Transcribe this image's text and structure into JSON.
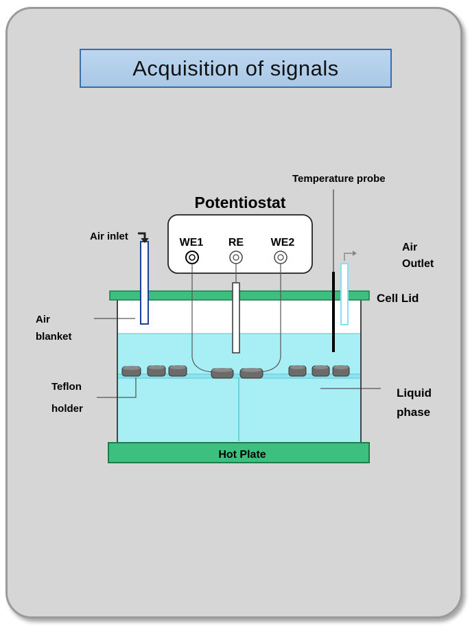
{
  "title": "Acquisition of signals",
  "labels": {
    "temperature_probe": "Temperature probe",
    "potentiostat": "Potentiostat",
    "air_inlet": "Air inlet",
    "air_outlet_line1": "Air",
    "air_outlet_line2": "Outlet",
    "we1": "WE1",
    "re": "RE",
    "we2": "WE2",
    "cell_lid": "Cell Lid",
    "air_blanket_line1": "Air",
    "air_blanket_line2": "blanket",
    "teflon_holder_line1": "Teflon",
    "teflon_holder_line2": "holder",
    "liquid_phase_line1": "Liquid",
    "liquid_phase_line2": "phase",
    "hot_plate": "Hot Plate"
  },
  "colors": {
    "background": "#d6d6d6",
    "title_fill": "#b4d0ec",
    "title_border": "#3a6ea5",
    "lid_green": "#3dbf7f",
    "liquid": "#a8eef5",
    "air_inlet_tube": "#1c3f99",
    "air_outlet_tube": "#7fe3f0",
    "sample_disc": "#6b6b6b"
  }
}
